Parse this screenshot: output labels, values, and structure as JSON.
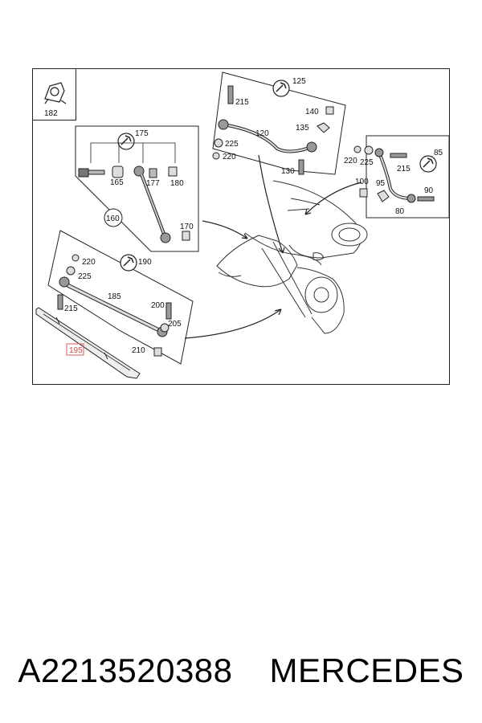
{
  "diagram": {
    "labels": {
      "n182": "182",
      "n175": "175",
      "n165": "165",
      "n177": "177",
      "n180": "180",
      "n160": "160",
      "n170": "170",
      "n125": "125",
      "n215a": "215",
      "n140": "140",
      "n120": "120",
      "n135": "135",
      "n225a": "225",
      "n220a": "220",
      "n130": "130",
      "n85": "85",
      "n220b": "220",
      "n225b": "225",
      "n215b": "215",
      "n100": "100",
      "n95": "95",
      "n90": "90",
      "n80": "80",
      "n220c": "220",
      "n190": "190",
      "n225c": "225",
      "n185": "185",
      "n215c": "215",
      "n200": "200",
      "n205": "205",
      "n210": "210",
      "n195": "195"
    },
    "highlight_color": "#e05a5a"
  },
  "caption": {
    "part_number": "A2213520388",
    "brand": "MERCEDES"
  }
}
